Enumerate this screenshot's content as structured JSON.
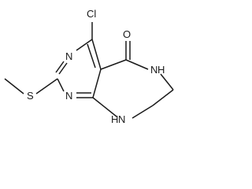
{
  "molecule": {
    "atom_labels": {
      "chlorine": "Cl",
      "carbonyl_oxygen": "O",
      "pyrimidine_n_top": "N",
      "pyrimidine_n_bottom": "N",
      "sulfur": "S",
      "amide_n": "N",
      "amide_h": "H",
      "amine_n": "N",
      "amine_h": "H"
    }
  },
  "colors": {
    "ink": "#1a1a1a",
    "background": "#ffffff"
  }
}
